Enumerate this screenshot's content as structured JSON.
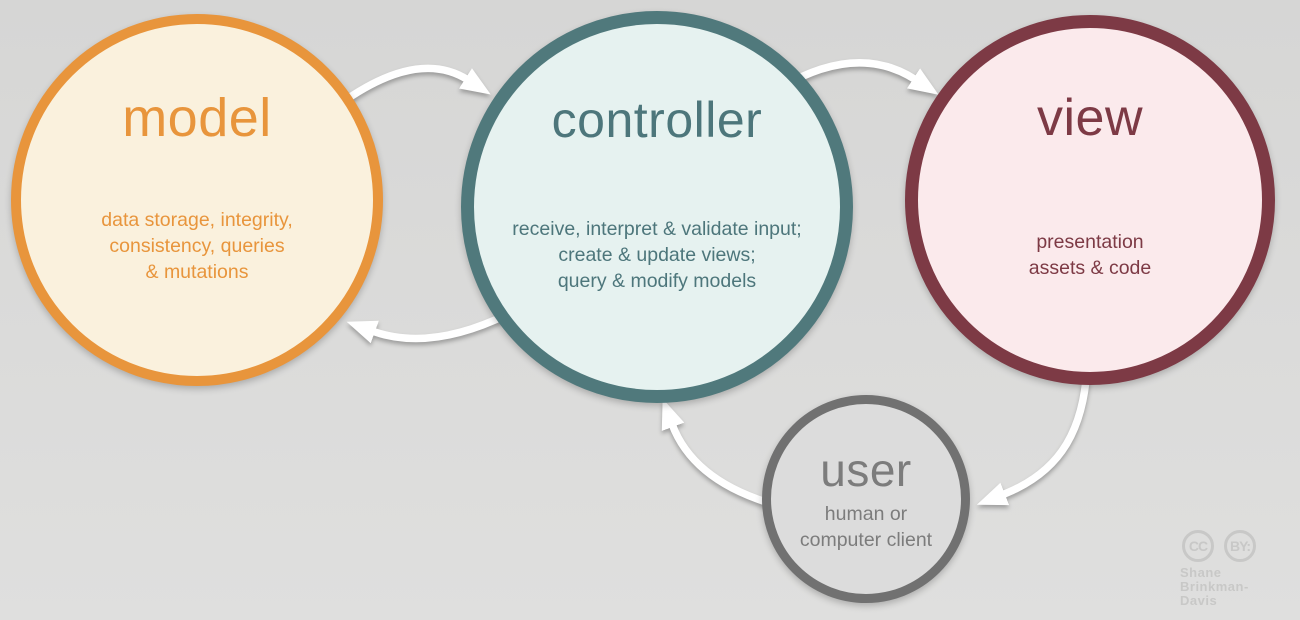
{
  "canvas": {
    "background_top": "#d6d6d5",
    "background_bottom": "#dfdfde"
  },
  "arrow_color": "#ffffff",
  "nodes": [
    {
      "id": "model",
      "title": "model",
      "description": "data storage, integrity,\nconsistency, queries\n& mutations",
      "border_color": "#e8953c",
      "fill_color": "#faf1dd",
      "text_color": "#e8953c"
    },
    {
      "id": "controller",
      "title": "controller",
      "description": "receive, interpret & validate input;\ncreate & update views;\nquery & modify models",
      "border_color": "#50797c",
      "fill_color": "#e6f2f0",
      "text_color": "#4d767b"
    },
    {
      "id": "view",
      "title": "view",
      "description": "presentation\nassets & code",
      "border_color": "#7d3a45",
      "fill_color": "#fbeaec",
      "text_color": "#7d3a45"
    },
    {
      "id": "user",
      "title": "user",
      "description": "human or\ncomputer client",
      "border_color": "#717171",
      "fill_color": "#dcdcdc",
      "text_color": "#7c7c7c"
    }
  ],
  "edges": [
    {
      "from": "model",
      "to": "controller"
    },
    {
      "from": "controller",
      "to": "view"
    },
    {
      "from": "controller",
      "to": "model"
    },
    {
      "from": "view",
      "to": "user"
    },
    {
      "from": "user",
      "to": "controller"
    }
  ],
  "attribution": {
    "cc_badge": "CC",
    "by_badge": "BY:",
    "author_line1": "Shane",
    "author_line2": "Brinkman-Davis",
    "color": "#c8c8c7"
  }
}
